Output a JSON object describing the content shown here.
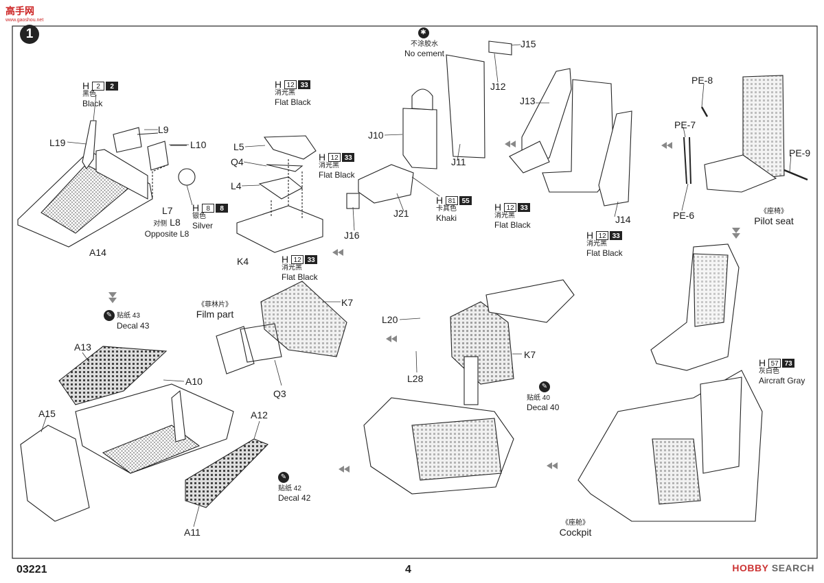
{
  "header": {
    "logo_text": "高手网",
    "logo_sub": "www.gaoshou.net",
    "step": "1"
  },
  "footer": {
    "kit_no": "03221",
    "page": "4",
    "watermark_hobby": "HOBBY",
    "watermark_search": "SEARCH"
  },
  "paints": {
    "h2": {
      "code": "2",
      "code2": "2",
      "cn": "黑色",
      "en": "Black"
    },
    "h8": {
      "code": "8",
      "code2": "8",
      "cn": "银色",
      "en": "Silver"
    },
    "h12a": {
      "code": "12",
      "code2": "33",
      "cn": "消光黑",
      "en": "Flat Black"
    },
    "h12b": {
      "code": "12",
      "code2": "33",
      "cn": "消光黑",
      "en": "Flat Black"
    },
    "h12c": {
      "code": "12",
      "code2": "33",
      "cn": "消光黑",
      "en": "Flat Black"
    },
    "h12d": {
      "code": "12",
      "code2": "33",
      "cn": "消光黑",
      "en": "Flat Black"
    },
    "h12e": {
      "code": "12",
      "code2": "33",
      "cn": "消光黑",
      "en": "Flat Black"
    },
    "h81": {
      "code": "81",
      "code2": "55",
      "cn": "卡其色",
      "en": "Khaki"
    },
    "h57": {
      "code": "57",
      "code2": "73",
      "cn": "灰白色",
      "en": "Aircraft Gray"
    }
  },
  "paint_letter": "H",
  "notes": {
    "no_cement_cn": "不涂胶水",
    "no_cement_en": "No cement",
    "opposite_cn": "对侧",
    "opposite_l8": "L8",
    "opposite_en": "Opposite L8"
  },
  "parts": {
    "L19": "L19",
    "L9": "L9",
    "L10": "L10",
    "L7": "L7",
    "A14": "A14",
    "L5": "L5",
    "Q4": "Q4",
    "L4": "L4",
    "K4": "K4",
    "J10": "J10",
    "J11": "J11",
    "J12": "J12",
    "J15": "J15",
    "J16": "J16",
    "J21": "J21",
    "J13": "J13",
    "J14": "J14",
    "PE8": "PE-8",
    "PE7": "PE-7",
    "PE6": "PE-6",
    "PE9": "PE-9",
    "K7a": "K7",
    "Q3": "Q3",
    "A13": "A13",
    "A10": "A10",
    "A15": "A15",
    "A12": "A12",
    "A11": "A11",
    "L20": "L20",
    "L28": "L28",
    "K7b": "K7"
  },
  "captions": {
    "pilot_seat_cn": "《座椅》",
    "pilot_seat_en": "Pilot seat",
    "film_cn": "《菲林片》",
    "film_en": "Film part",
    "cockpit_cn": "《座舱》",
    "cockpit_en": "Cockpit"
  },
  "decals": {
    "d43_cn": "贴纸 43",
    "d43_en": "Decal 43",
    "d42_cn": "贴纸 42",
    "d42_en": "Decal 42",
    "d40_cn": "贴纸 40",
    "d40_en": "Decal 40"
  }
}
